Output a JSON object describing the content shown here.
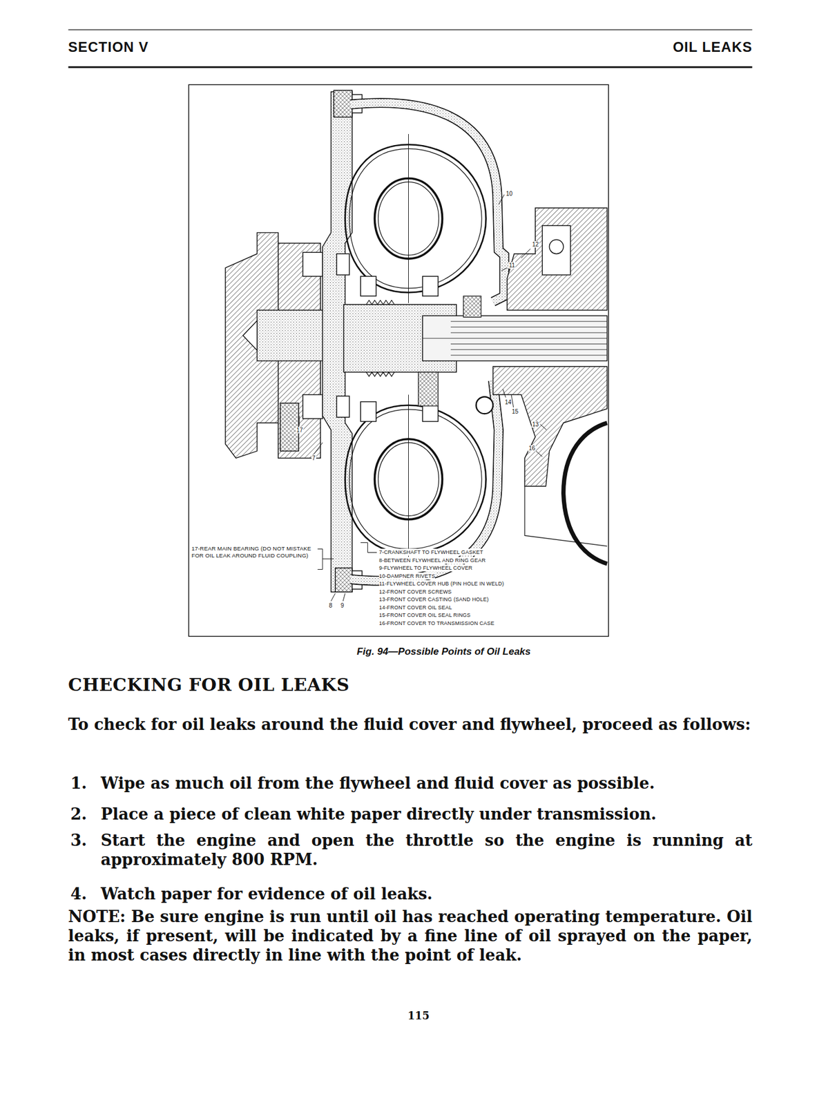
{
  "diagram": {
    "title": "CHECKING FOR OIL LEAKS",
    "caption": "Fig. 94—Possible Points of Oil Leaks",
    "labels": [
      "SECTION V",
      "OIL LEAKS",
      "10",
      "12",
      "11",
      "14",
      "15",
      "13",
      "16",
      "17",
      "7",
      "8",
      "9",
      "17-REAR MAIN BEARING (DO NOT MISTAKE FOR OIL LEAK AROUND FLUID COUPLING)",
      "7-CRANKSHAFT TO FLYWHEEL GASKET",
      "8-BETWEEN FLYWHEEL AND RING GEAR",
      "9-FLYWHEEL TO FLYWHEEL COVER",
      "10-DAMPNER RIVETS",
      "11-FLYWHEEL COVER HUB (PIN HOLE IN WELD)",
      "12-FRONT COVER SCREWS",
      "13-FRONT COVER CASTING (SAND HOLE)",
      "14-FRONT COVER OIL SEAL",
      "15-FRONT COVER OIL SEAL RINGS",
      "16-FRONT COVER TO TRANSMISSION CASE",
      "To check for oil leaks around the fluid cover and flywheel, proceed as follows:",
      "1.",
      "Wipe as much oil from the flywheel and fluid cover as possible.",
      "2.",
      "Place a piece of clean white paper directly under transmission.",
      "3.",
      "Start the engine and open the throttle so the engine is running at approximately 800 RPM.",
      "4.",
      "Watch paper for evidence of oil leaks.",
      "NOTE: Be sure engine is run until oil has reached operating temperature. Oil leaks, if present, will be indicated by a fine line of oil sprayed on the paper, in most cases directly in line with the point of leak.",
      "115"
    ]
  }
}
